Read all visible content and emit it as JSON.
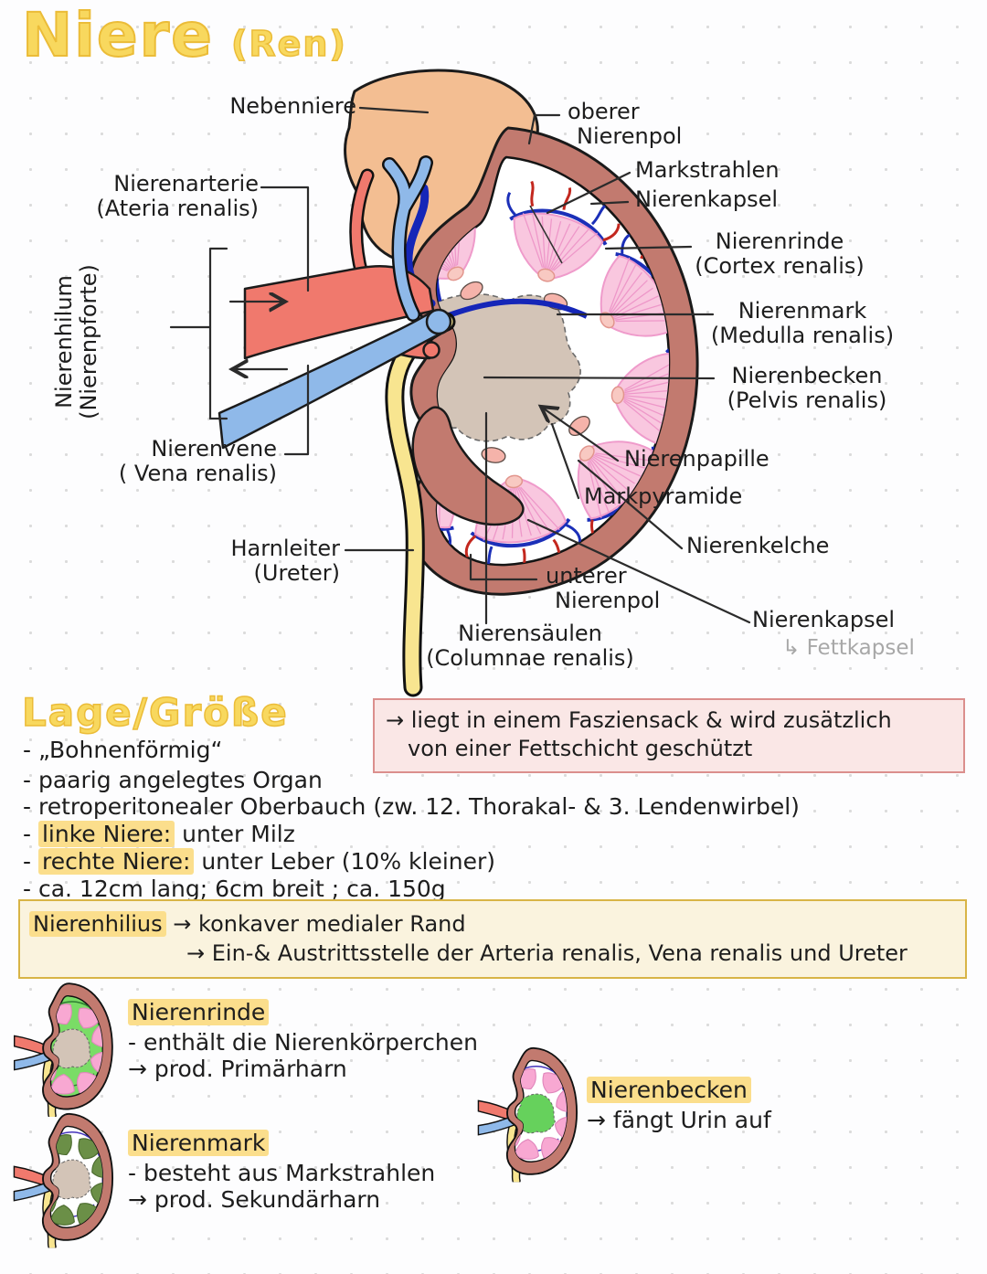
{
  "title": {
    "main": "Niere",
    "sub": "(Ren)"
  },
  "diagram_labels": {
    "nebenniere": "Nebenniere",
    "oberer_pol_l1": "oberer",
    "oberer_pol_l2": "Nierenpol",
    "markstrahlen": "Markstrahlen",
    "nierenkapsel_top": "Nierenkapsel",
    "nierenrinde_l1": "Nierenrinde",
    "nierenrinde_l2": "(Cortex renalis)",
    "nierenmark_l1": "Nierenmark",
    "nierenmark_l2": "(Medulla renalis)",
    "nierenbecken_l1": "Nierenbecken",
    "nierenbecken_l2": "(Pelvis renalis)",
    "nierenpapille": "Nierenpapille",
    "markpyramide": "Markpyramide",
    "nierenkelche": "Nierenkelche",
    "nierenkapsel_bottom": "Nierenkapsel",
    "fettkapsel": "↳ Fettkapsel",
    "unterer_pol_l1": "unterer",
    "unterer_pol_l2": "Nierenpol",
    "nierensaeulen_l1": "Nierensäulen",
    "nierensaeulen_l2": "(Columnae renalis)",
    "nierenarterie_l1": "Nierenarterie",
    "nierenarterie_l2": "(Ateria renalis)",
    "nierenhilum_l1": "Nierenhilum",
    "nierenhilum_l2": "(Nierenpforte)",
    "nierenvene_l1": "Nierenvene",
    "nierenvene_l2": "( Vena renalis)",
    "harnleiter_l1": "Harnleiter",
    "harnleiter_l2": "(Ureter)"
  },
  "lage": {
    "heading": "Lage/Größe",
    "b1": "- „Bohnenförmig“",
    "b2": "- paarig angelegtes Organ",
    "b3": "- retroperitonealer Oberbauch (zw. 12. Thorakal- & 3. Lendenwirbel)",
    "b4_dash": "-",
    "b4_hl": "linke Niere:",
    "b4_rest": "unter Milz",
    "b5_dash": "-",
    "b5_hl": "rechte Niere:",
    "b5_rest": "unter Leber (10% kleiner)",
    "b6": "- ca. 12cm lang; 6cm breit ; ca. 150g",
    "note_l1": "→ liegt in einem Fasziensack & wird zusätzlich",
    "note_l2": "von einer Fettschicht geschützt"
  },
  "hilus_box": {
    "term": "Nierenhilius",
    "l1": "→ konkaver medialer Rand",
    "l2": "→ Ein-& Austrittsstelle der Arteria renalis, Vena renalis und Ureter"
  },
  "bottom": {
    "rinde_term": "Nierenrinde",
    "rinde_l1": "- enthält die Nierenkörperchen",
    "rinde_l2": "→ prod. Primärharn",
    "mark_term": "Nierenmark",
    "mark_l1": "- besteht aus Markstrahlen",
    "mark_l2": "→ prod. Sekundärharn",
    "becken_term": "Nierenbecken",
    "becken_l1": "→ fängt Urin auf"
  },
  "colors": {
    "accent_yellow": "#F8D85E",
    "highlight": "#FBDE8C",
    "capsule": "#C27A6F",
    "adrenal": "#F3BE92",
    "pyramid_pink": "#F9C7DF",
    "pelvis_gray": "#D3C4B7",
    "ureter_yellow": "#F8E590",
    "artery_red": "#F0796D",
    "vein_blue": "#8FB9E9",
    "vessel_dark_blue": "#1B2FB8",
    "vessel_dark_red": "#C3271E",
    "note_box_bg": "#FAE7E6",
    "note_box_border": "#DB8F8D",
    "hilus_box_bg": "#FAF3DE",
    "hilus_box_border": "#D8B446",
    "mini_cortex_green": "#7ADC66",
    "mini_medulla_green": "#6B8F47",
    "mini_pelvis_green": "#66D15C",
    "ink": "#1d1d1d",
    "gray_text": "#A8A8A8"
  }
}
